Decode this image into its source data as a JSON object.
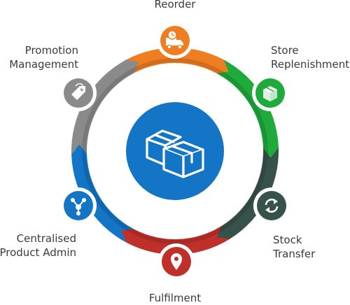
{
  "diagram": {
    "center_icon": "boxes-icon",
    "stages": [
      {
        "key": "reorder",
        "lines": [
          "Reorder"
        ],
        "color": "#ef7d22",
        "icon": "truck-clock-icon"
      },
      {
        "key": "store",
        "lines": [
          "Store",
          "Replenishment"
        ],
        "color": "#1faa3c",
        "icon": "box-icon"
      },
      {
        "key": "stock",
        "lines": [
          "Stock",
          "Transfer"
        ],
        "color": "#37524a",
        "icon": "transfer-arrows-icon"
      },
      {
        "key": "fulfilment",
        "lines": [
          "Fulfilment"
        ],
        "color": "#c0302a",
        "icon": "map-pin-icon"
      },
      {
        "key": "product",
        "lines": [
          "Centralised",
          "Product Admin"
        ],
        "color": "#1474c5",
        "icon": "network-hub-icon"
      },
      {
        "key": "promotion",
        "lines": [
          "Promotion",
          "Management"
        ],
        "color": "#8a8a8a",
        "icon": "price-tag-icon"
      }
    ],
    "center_color": "#1474c5"
  }
}
